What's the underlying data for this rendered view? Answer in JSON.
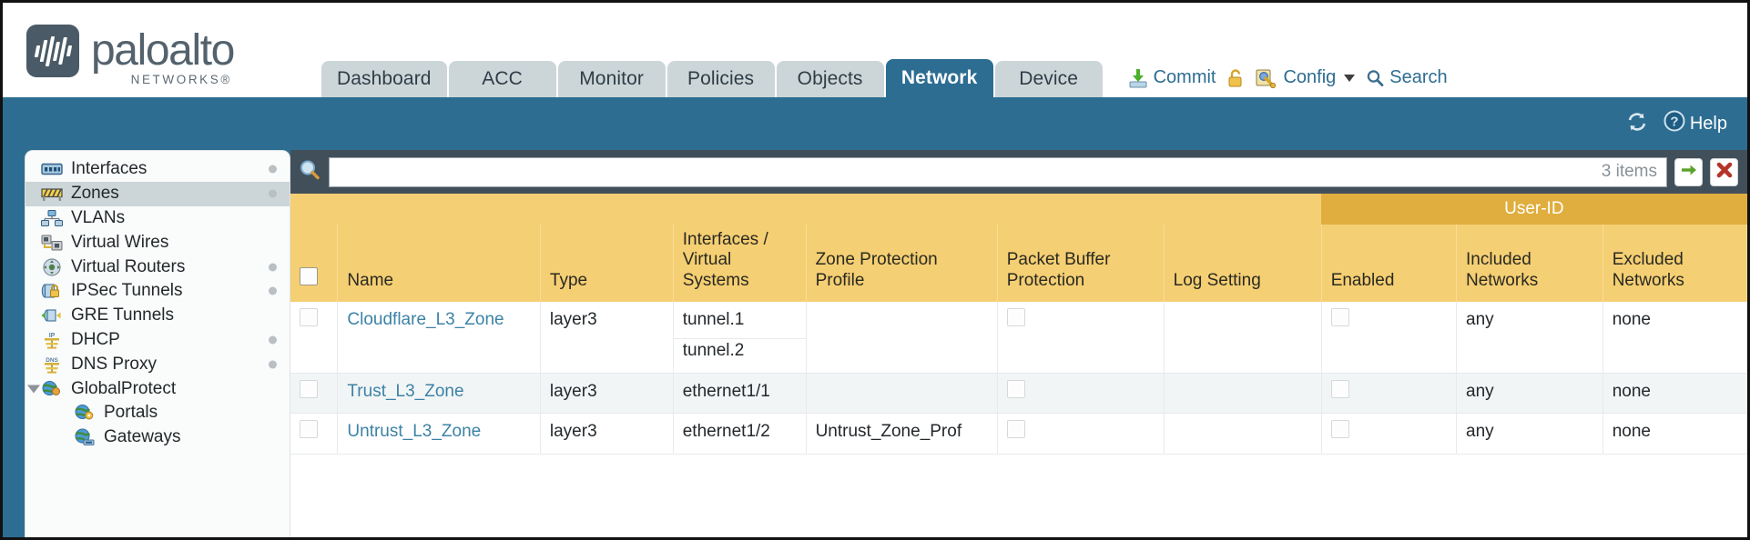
{
  "brand": {
    "name": "paloalto",
    "tagline": "NETWORKS®"
  },
  "nav": {
    "tabs": [
      {
        "label": "Dashboard",
        "active": false
      },
      {
        "label": "ACC",
        "active": false
      },
      {
        "label": "Monitor",
        "active": false
      },
      {
        "label": "Policies",
        "active": false
      },
      {
        "label": "Objects",
        "active": false
      },
      {
        "label": "Network",
        "active": true
      },
      {
        "label": "Device",
        "active": false
      }
    ],
    "actions": [
      {
        "label": "Commit",
        "icon": "commit-icon"
      },
      {
        "label": "",
        "icon": "lock-icon"
      },
      {
        "label": "Config",
        "icon": "config-icon",
        "caret": true
      },
      {
        "label": "Search",
        "icon": "search-icon"
      }
    ]
  },
  "blueband": {
    "refresh_icon": "refresh-icon",
    "help_label": "Help",
    "help_icon": "help-icon"
  },
  "sidebar": {
    "items": [
      {
        "label": "Interfaces",
        "icon": "interfaces-icon",
        "selected": false,
        "dot": true,
        "child": false,
        "tri": false
      },
      {
        "label": "Zones",
        "icon": "zones-icon",
        "selected": true,
        "dot": true,
        "child": false,
        "tri": false
      },
      {
        "label": "VLANs",
        "icon": "vlans-icon",
        "selected": false,
        "dot": false,
        "child": false,
        "tri": false
      },
      {
        "label": "Virtual Wires",
        "icon": "virtual-wires-icon",
        "selected": false,
        "dot": false,
        "child": false,
        "tri": false
      },
      {
        "label": "Virtual Routers",
        "icon": "virtual-routers-icon",
        "selected": false,
        "dot": true,
        "child": false,
        "tri": false
      },
      {
        "label": "IPSec Tunnels",
        "icon": "ipsec-tunnels-icon",
        "selected": false,
        "dot": true,
        "child": false,
        "tri": false
      },
      {
        "label": "GRE Tunnels",
        "icon": "gre-tunnels-icon",
        "selected": false,
        "dot": false,
        "child": false,
        "tri": false
      },
      {
        "label": "DHCP",
        "icon": "dhcp-icon",
        "selected": false,
        "dot": true,
        "child": false,
        "tri": false
      },
      {
        "label": "DNS Proxy",
        "icon": "dns-proxy-icon",
        "selected": false,
        "dot": true,
        "child": false,
        "tri": false
      },
      {
        "label": "GlobalProtect",
        "icon": "globalprotect-icon",
        "selected": false,
        "dot": false,
        "child": false,
        "tri": true
      },
      {
        "label": "Portals",
        "icon": "portals-icon",
        "selected": false,
        "dot": false,
        "child": true,
        "tri": false
      },
      {
        "label": "Gateways",
        "icon": "gateways-icon",
        "selected": false,
        "dot": false,
        "child": true,
        "tri": false
      }
    ]
  },
  "search": {
    "value": "",
    "placeholder": "",
    "item_count": "3 items",
    "icon": "magnifier-icon",
    "apply_icon": "green-arrow-icon",
    "clear_icon": "red-x-icon"
  },
  "table": {
    "group_header": "User-ID",
    "columns": [
      "Name",
      "Type",
      "Interfaces / Virtual Systems",
      "Zone Protection Profile",
      "Packet Buffer Protection",
      "Log Setting",
      "Enabled",
      "Included Networks",
      "Excluded Networks"
    ],
    "rows": [
      {
        "name": "Cloudflare_L3_Zone",
        "type": "layer3",
        "interfaces": [
          "tunnel.1",
          "tunnel.2"
        ],
        "zone_protection_profile": "",
        "packet_buffer_protection": false,
        "log_setting": "",
        "enabled": false,
        "included_networks": "any",
        "excluded_networks": "none"
      },
      {
        "name": "Trust_L3_Zone",
        "type": "layer3",
        "interfaces": [
          "ethernet1/1"
        ],
        "zone_protection_profile": "",
        "packet_buffer_protection": false,
        "log_setting": "",
        "enabled": false,
        "included_networks": "any",
        "excluded_networks": "none"
      },
      {
        "name": "Untrust_L3_Zone",
        "type": "layer3",
        "interfaces": [
          "ethernet1/2"
        ],
        "zone_protection_profile": "Untrust_Zone_Prof",
        "packet_buffer_protection": false,
        "log_setting": "",
        "enabled": false,
        "included_networks": "any",
        "excluded_networks": "none"
      }
    ]
  },
  "colors": {
    "brand_blue": "#2d6d92",
    "header_amber": "#f5cf73",
    "group_amber": "#e0ae3e",
    "tab_gray": "#ccd6d8",
    "searchbar_slate": "#414f5a",
    "link_teal": "#3c82a6"
  }
}
